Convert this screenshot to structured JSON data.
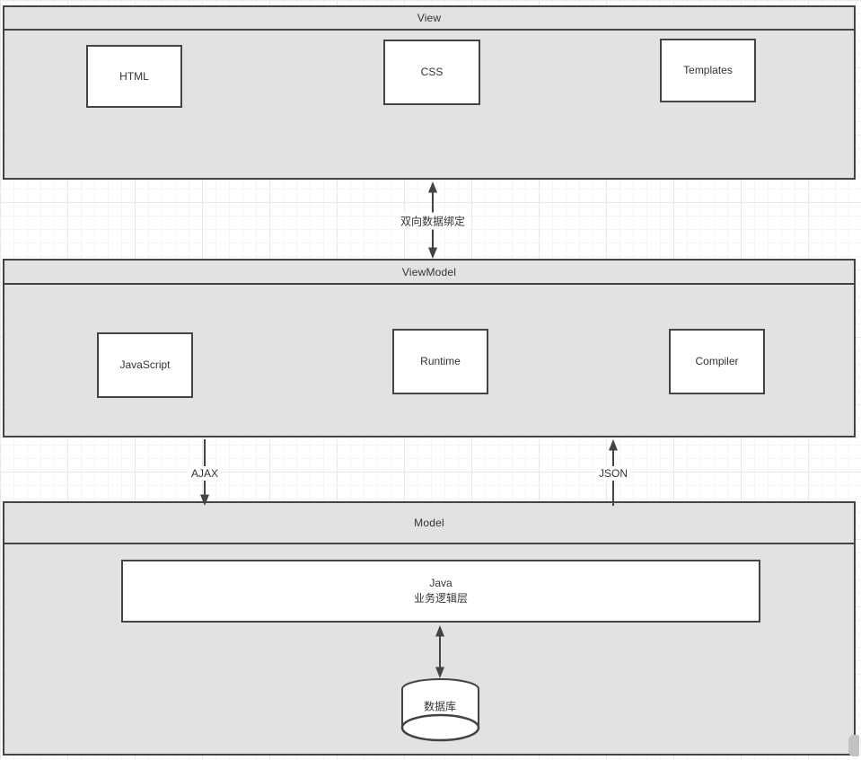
{
  "diagram": {
    "view": {
      "title": "View",
      "boxes": [
        {
          "label": "HTML"
        },
        {
          "label": "CSS"
        },
        {
          "label": "Templates"
        }
      ]
    },
    "viewmodel": {
      "title": "ViewModel",
      "boxes": [
        {
          "label": "JavaScript"
        },
        {
          "label": "Runtime"
        },
        {
          "label": "Compiler"
        }
      ]
    },
    "model": {
      "title": "Model",
      "java_box": {
        "line1": "Java",
        "line2": "业务逻辑层"
      }
    },
    "connectors": {
      "binding": {
        "label": "双向数据绑定",
        "direction": "both"
      },
      "ajax": {
        "label": "AJAX",
        "direction": "down"
      },
      "json": {
        "label": "JSON",
        "direction": "up"
      },
      "java_db": {
        "direction": "both"
      }
    },
    "database": {
      "label": "数据库"
    },
    "colors": {
      "section_fill": "#e2e2e2",
      "node_fill": "#ffffff",
      "stroke": "#444444",
      "text": "#333333",
      "grid_minor": "#f5f5f5",
      "grid_major": "#e9e9e9",
      "scrollbar": "#c2c2c2"
    }
  }
}
